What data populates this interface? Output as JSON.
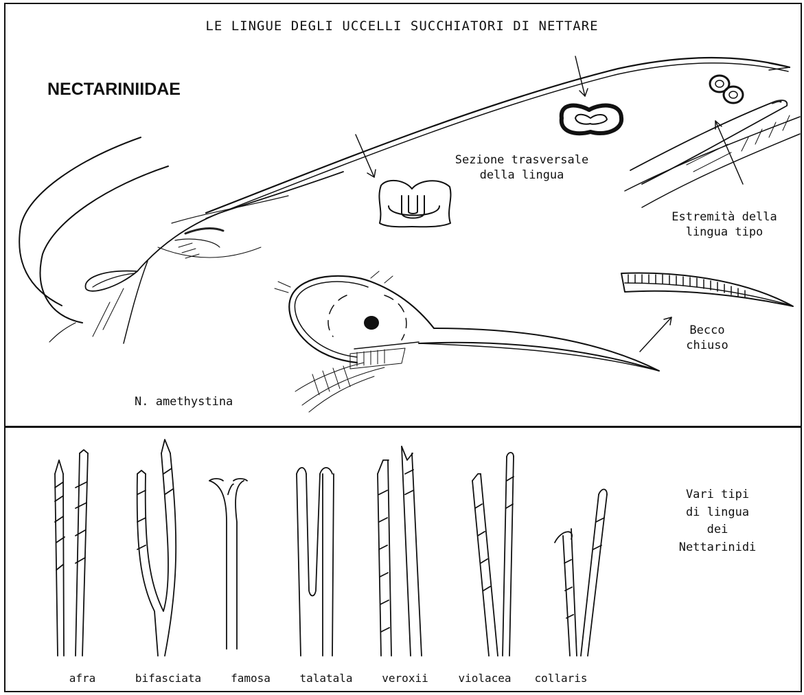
{
  "title": "LE LINGUE DEGLI UCCELLI SUCCHIATORI DI NETTARE",
  "heading": "NECTARINIIDAE",
  "labels": {
    "cross_section": [
      "Sezione trasversale",
      "della lingua"
    ],
    "tip": [
      "Estremità della",
      "lingua tipo"
    ],
    "closed_beak": [
      "Becco",
      "chiuso"
    ],
    "species": "N. amethystina",
    "types": [
      "Vari tipi",
      "di lingua",
      "dei",
      "Nettarinidi"
    ]
  },
  "tongues": [
    "afra",
    "bifasciata",
    "famosa",
    "talatala",
    "veroxii",
    "violacea",
    "collaris"
  ]
}
